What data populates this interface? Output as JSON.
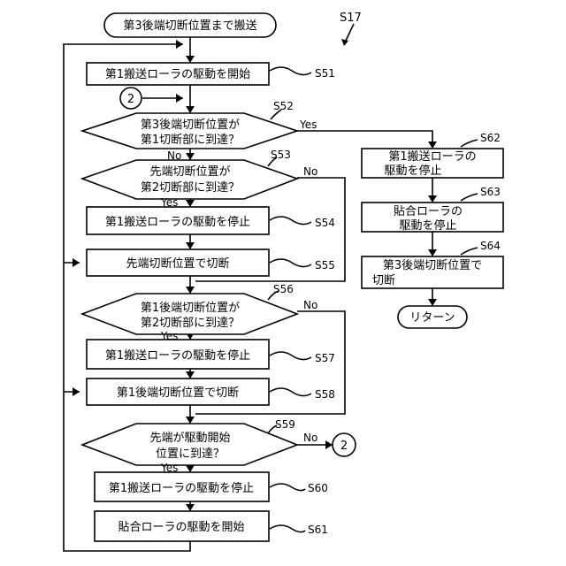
{
  "title": "S17",
  "start": "第3後端切断位置まで搬送",
  "steps": {
    "s51": {
      "id": "S51",
      "text": "第1搬送ローラの駆動を開始"
    },
    "s52": {
      "id": "S52",
      "line1": "第3後端切断位置が",
      "line2": "第1切断部に到達？"
    },
    "s53": {
      "id": "S53",
      "line1": "先端切断位置が",
      "line2": "第2切断部に到達？"
    },
    "s54": {
      "id": "S54",
      "text": "第1搬送ローラの駆動を停止"
    },
    "s55": {
      "id": "S55",
      "text": "先端切断位置で切断"
    },
    "s56": {
      "id": "S56",
      "line1": "第1後端切断位置が",
      "line2": "第2切断部に到達？"
    },
    "s57": {
      "id": "S57",
      "text": "第1搬送ローラの駆動を停止"
    },
    "s58": {
      "id": "S58",
      "text": "第1後端切断位置で切断"
    },
    "s59": {
      "id": "S59",
      "line1": "先端が駆動開始",
      "line2": "位置に到達？"
    },
    "s60": {
      "id": "S60",
      "text": "第1搬送ローラの駆動を停止"
    },
    "s61": {
      "id": "S61",
      "text": "貼合ローラの駆動を開始"
    },
    "s62": {
      "id": "S62",
      "line1": "第1搬送ローラの",
      "line2": "駆動を停止"
    },
    "s63": {
      "id": "S63",
      "line1": "貼合ローラの",
      "line2": "駆動を停止"
    },
    "s64": {
      "id": "S64",
      "line1": "第3後端切断位置で",
      "line2": "切断"
    }
  },
  "end": "リターン",
  "connector": "2",
  "yes": "Yes",
  "no": "No"
}
